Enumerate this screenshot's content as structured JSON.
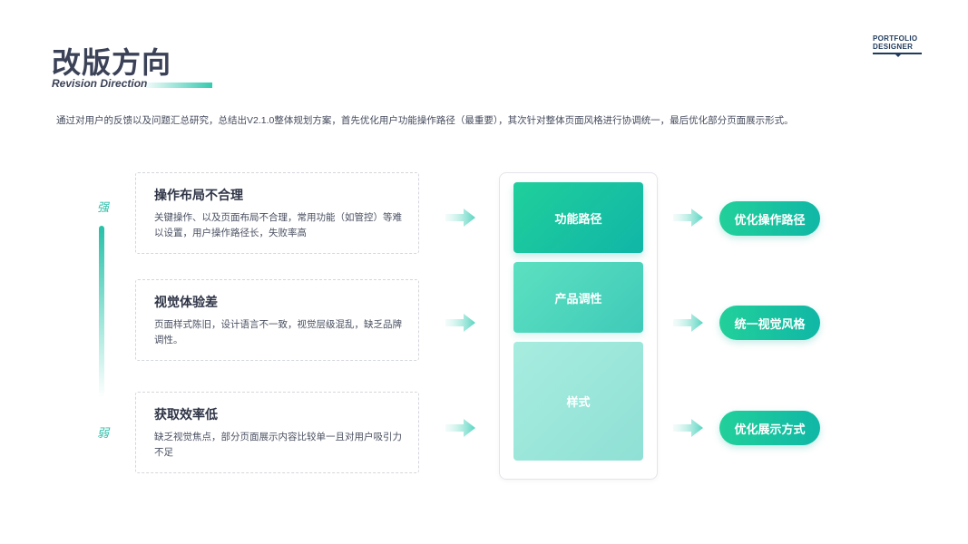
{
  "header": {
    "title": "改版方向",
    "subtitle": "Revision Direction",
    "logo_line1": "PORTFOLIO",
    "logo_line2": "DESIGNER"
  },
  "intro": "通过对用户的反馈以及问题汇总研究，总结出V2.1.0整体规划方案，首先优化用户功能操作路径（最重要），其次针对整体页面风格进行协调统一，最后优化部分页面展示形式。",
  "scale": {
    "top_label": "强",
    "bottom_label": "弱"
  },
  "problems": [
    {
      "title": "操作布局不合理",
      "desc": "关键操作、以及页面布局不合理，常用功能（如管控）等难以设置，用户操作路径长，失败率高"
    },
    {
      "title": "视觉体验差",
      "desc": "页面样式陈旧，设计语言不一致，视觉层级混乱，缺乏品牌调性。"
    },
    {
      "title": "获取效率低",
      "desc": "缺乏视觉焦点，部分页面展示内容比较单一且对用户吸引力不足"
    }
  ],
  "blocks": [
    "功能路径",
    "产品调性",
    "样式"
  ],
  "outcomes": [
    "优化操作路径",
    "统一视觉风格",
    "优化展示方式"
  ],
  "colors": {
    "accent": "#22c4a6",
    "dark": "#3b4257"
  }
}
